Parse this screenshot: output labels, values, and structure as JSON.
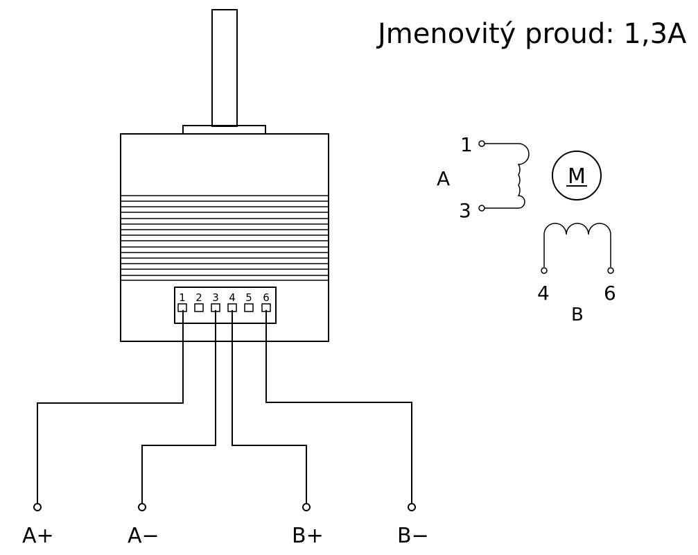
{
  "title": "Jmenovitý proud: 1,3A",
  "connector": {
    "pins": [
      "1",
      "2",
      "3",
      "4",
      "5",
      "6"
    ]
  },
  "terminals": [
    "A+",
    "A−",
    "B+",
    "B−"
  ],
  "schematic": {
    "coil_a_label": "A",
    "coil_a_pin_top": "1",
    "coil_a_pin_bottom": "3",
    "motor_label": "M",
    "coil_b_label": "B",
    "coil_b_pin_left": "4",
    "coil_b_pin_right": "6"
  }
}
